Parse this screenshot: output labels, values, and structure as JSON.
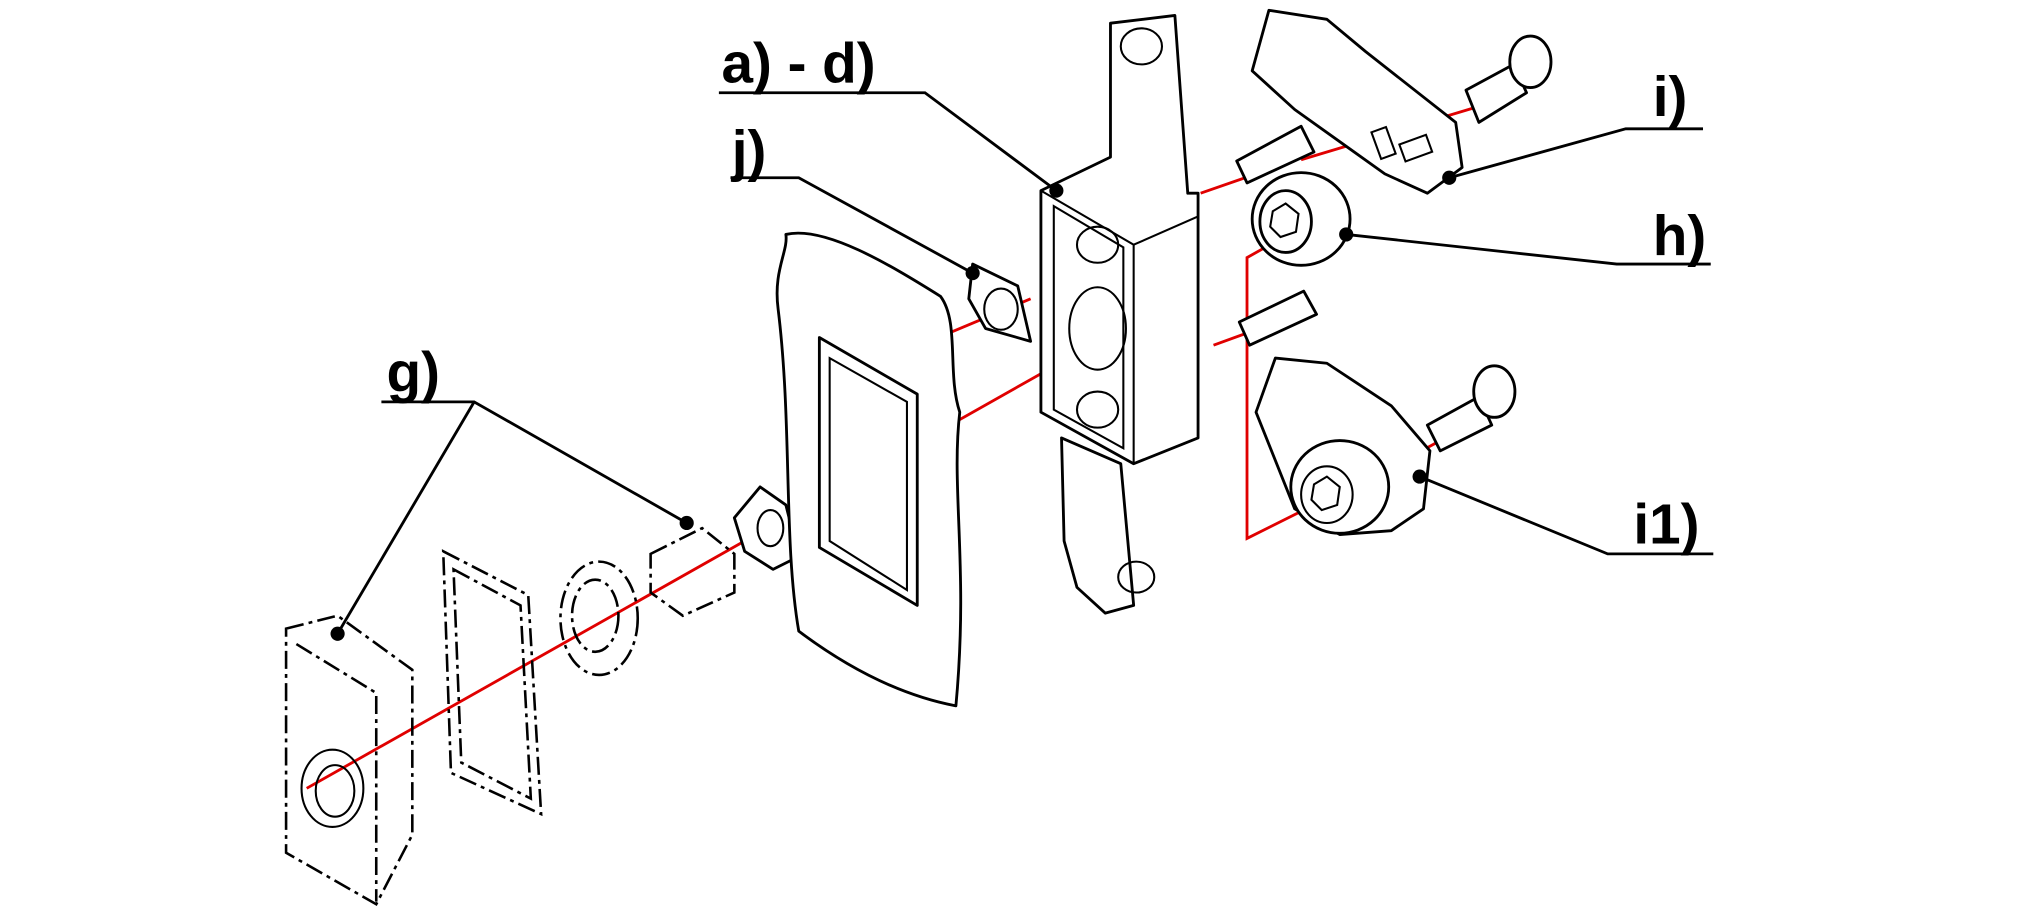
{
  "labels": {
    "housing": "a) - d)",
    "gasket_j": "j)",
    "insert_g": "g)",
    "cam_i": "i)",
    "spacer_h": "h)",
    "cam_i1": "i1)"
  },
  "colors": {
    "axis_line": "#e00000",
    "outline": "#000000",
    "background": "#ffffff"
  }
}
